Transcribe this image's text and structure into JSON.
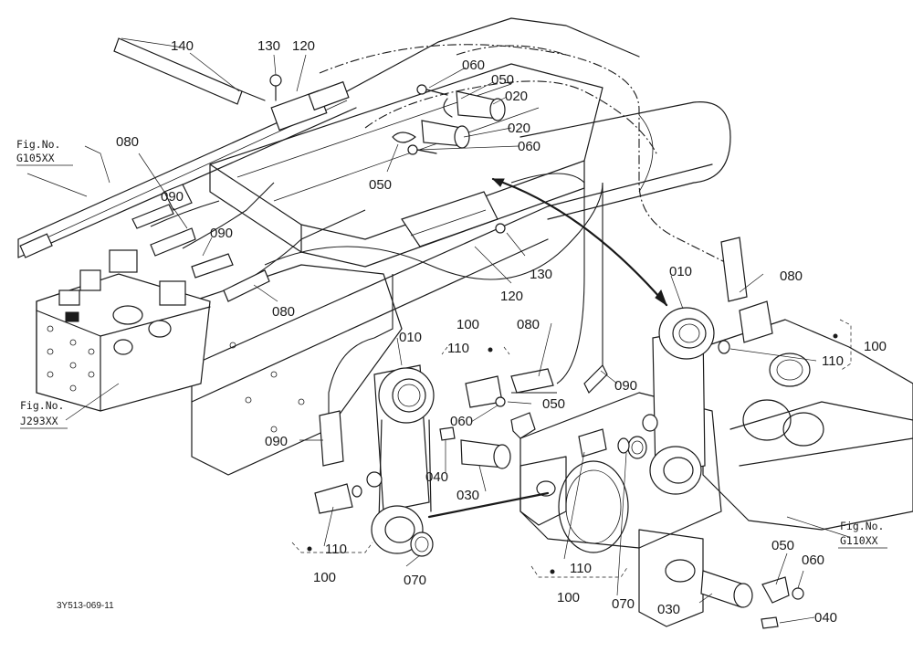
{
  "parts": {
    "p140": "140",
    "p130a": "130",
    "p120a": "120",
    "p060a": "060",
    "p050a": "050",
    "p020a": "020",
    "p020b": "020",
    "p060b": "060",
    "p080a": "080",
    "p090a": "090",
    "p090b": "090",
    "p080b": "080",
    "p050b": "050",
    "p130b": "130",
    "p120b": "120",
    "p010a": "010",
    "p010b": "010",
    "p100a": "100",
    "p110a": "110",
    "p080c": "080",
    "p080d": "080",
    "p100b": "100",
    "p110b": "110",
    "p050c": "050",
    "p090c": "090",
    "p060c": "060",
    "p040a": "040",
    "p030a": "030",
    "p090d": "090",
    "p110c": "110",
    "p100c": "100",
    "p070a": "070",
    "p110d": "110",
    "p100d": "100",
    "p070b": "070",
    "p050d": "050",
    "p060d": "060",
    "p030b": "030",
    "p040b": "040"
  },
  "refs": {
    "g105_label": "Fig.No.",
    "g105_code": "G105XX",
    "j293_label": "Fig.No.",
    "j293_code": "J293XX",
    "g110_label": "Fig.No.",
    "g110_code": "G110XX"
  },
  "drawing_code": "3Y513-069-11"
}
